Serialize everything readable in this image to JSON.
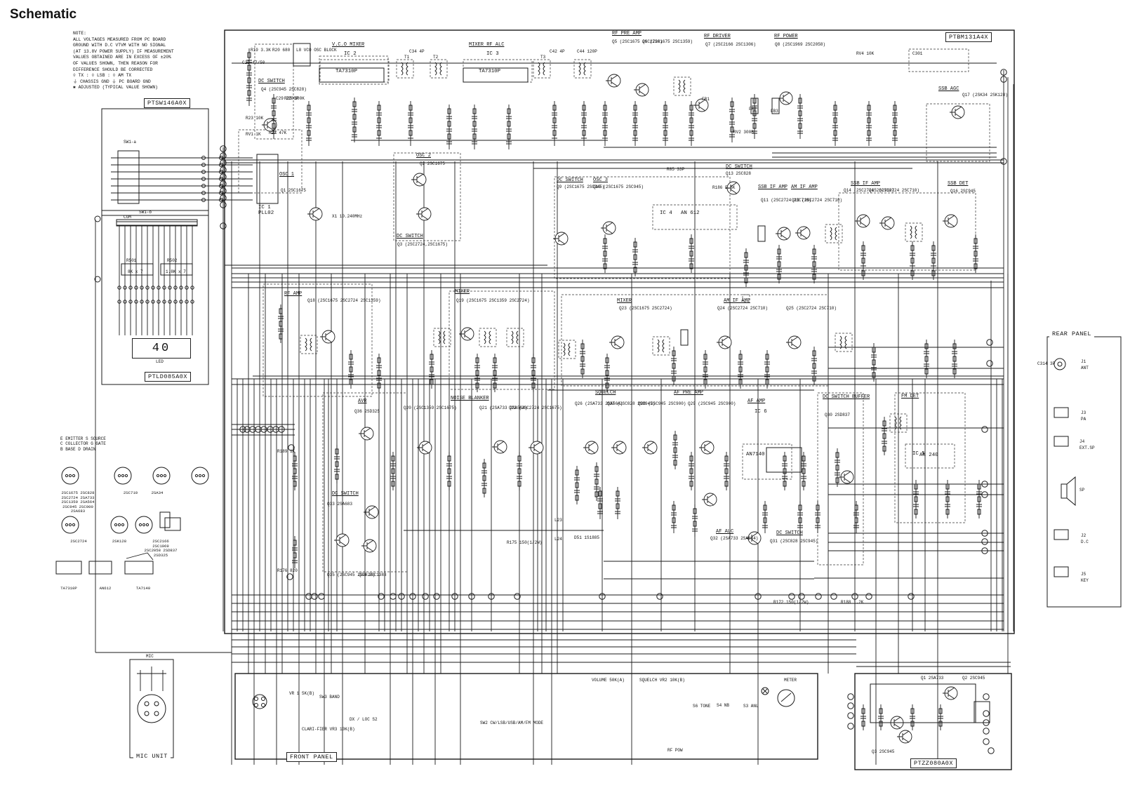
{
  "title": "Schematic",
  "notes": [
    "NOTE:",
    "ALL VOLTAGES MEASURED FROM PC BOARD",
    "GROUND WITH D.C VTVM WITH NO SIGNAL",
    "(AT 13.8V POWER SUPPLY) IF MEASUREMENT",
    "VALUES OBTAINED ARE IN EXCESS OF ±20%",
    "OF VALUES SHOWN, THEN REASON FOR",
    "DIFFERENCE SHOULD BE CORRECTED",
    "◊ TX : ◊ LSB : ◊ AM TX",
    "⏚ CHASSIS GND   ⏚ PC BOARD GND",
    "✱ ADJUSTED (TYPICAL VALUE SHOWN)"
  ],
  "boards": {
    "main": "PTBM131A4X",
    "switch": "PTSW146A0X",
    "lcd": "PTLD085A0X",
    "sub": "PTZZ080A0X",
    "rear": "REAR PANEL",
    "front": "FRONT PANEL",
    "mic": "MIC UNIT"
  },
  "lcd_display": "40",
  "lcd_caption": "LED",
  "blocks": [
    {
      "id": "vco-mixer",
      "label": "V.C.O  MIXER"
    },
    {
      "id": "mixer-rf-alc",
      "label": "MIXER  RF ALC"
    },
    {
      "id": "rf-pre-amp",
      "label": "RF PRE AMP"
    },
    {
      "id": "rf-driver",
      "label": "RF DRIVER"
    },
    {
      "id": "rf-power",
      "label": "RF POWER"
    },
    {
      "id": "dc-switch-q4",
      "label": "DC SWITCH"
    },
    {
      "id": "osc-1",
      "label": "OSC 1"
    },
    {
      "id": "osc-2",
      "label": "OSC 2"
    },
    {
      "id": "dc-switch-q3",
      "label": "DC SWITCH"
    },
    {
      "id": "dc-switch-q9",
      "label": "DC SWITCH"
    },
    {
      "id": "osc-3",
      "label": "OSC 3"
    },
    {
      "id": "dc-switch-q13",
      "label": "DC SWITCH"
    },
    {
      "id": "ssb-if-amp-11",
      "label": "SSB IF AMP"
    },
    {
      "id": "am-if-amp-12",
      "label": "AM IF AMP"
    },
    {
      "id": "ssb-if-amp",
      "label": "SSB IF AMP"
    },
    {
      "id": "ssb-det",
      "label": "SSB DET"
    },
    {
      "id": "ssb-agc",
      "label": "SSB AGC"
    },
    {
      "id": "rf-amp",
      "label": "RF AMP"
    },
    {
      "id": "mixer-q19",
      "label": "MIXER"
    },
    {
      "id": "mixer-q23",
      "label": "MIXER"
    },
    {
      "id": "am-if-amp",
      "label": "AM IF AMP"
    },
    {
      "id": "avr",
      "label": "AVR"
    },
    {
      "id": "noise-blanker",
      "label": "NOISE BLANKER"
    },
    {
      "id": "squelch",
      "label": "SQUELCH"
    },
    {
      "id": "af-pre-amp",
      "label": "AF PRE AMP"
    },
    {
      "id": "af-amp",
      "label": "AF AMP"
    },
    {
      "id": "dc-switch-buffer",
      "label": "DC SWITCH BUFFER"
    },
    {
      "id": "fm-det",
      "label": "FM DET"
    },
    {
      "id": "dc-switch-q33",
      "label": "DC SWITCH"
    },
    {
      "id": "af-alc",
      "label": "AF ALC"
    },
    {
      "id": "dc-switch-q31",
      "label": "DC SWITCH"
    }
  ],
  "ics": [
    {
      "ref": "IC 2",
      "part": "TA7310P"
    },
    {
      "ref": "IC 3",
      "part": "TA7310P"
    },
    {
      "ref": "IC 1",
      "part": "PLL02"
    },
    {
      "ref": "IC 4",
      "part": "AN 612"
    },
    {
      "ref": "IC 6",
      "part": "AN7140"
    },
    {
      "ref": "IC 5",
      "part": "AN 240"
    }
  ],
  "transistors": [
    {
      "ref": "Q1",
      "type": "2SC1675"
    },
    {
      "ref": "Q2",
      "type": "2SC1675"
    },
    {
      "ref": "Q3",
      "type": "(2SC2724,2SC1675)"
    },
    {
      "ref": "Q4",
      "type": "(2SC945 2SC828)"
    },
    {
      "ref": "Q5",
      "type": "(2SC1675 2SC2724)"
    },
    {
      "ref": "Q6",
      "type": "(2SC1675 2SC1359)"
    },
    {
      "ref": "Q7",
      "type": "(2SC2166 2SC1306)"
    },
    {
      "ref": "Q8",
      "type": "(2SC1969 2SC2058)"
    },
    {
      "ref": "Q9",
      "type": "(2SC1675 2SC945)"
    },
    {
      "ref": "Q10",
      "type": "(2SC1675 2SC945)"
    },
    {
      "ref": "Q11",
      "type": "(2SC2724 2SC710)"
    },
    {
      "ref": "Q12",
      "type": "(2SC2724 2SC710)"
    },
    {
      "ref": "Q13",
      "type": "2SC828"
    },
    {
      "ref": "Q14",
      "type": "(2SC2724 2SC710)"
    },
    {
      "ref": "Q15",
      "type": "(2SC2724 2SC710)"
    },
    {
      "ref": "Q16",
      "type": "2SC945"
    },
    {
      "ref": "Q17",
      "type": "(2SK34 2SK128)"
    },
    {
      "ref": "Q18",
      "type": "(2SC1675 2SC2724 2SC1359)"
    },
    {
      "ref": "Q19",
      "type": "(2SC1675 2SC1359 2SC2724)"
    },
    {
      "ref": "Q20",
      "type": "(2SC1359 2SC1675)"
    },
    {
      "ref": "Q21",
      "type": "(2SA733 2SA564)"
    },
    {
      "ref": "Q22",
      "type": "(2SC2724 2SC1675)"
    },
    {
      "ref": "Q23",
      "type": "(2SC1675 2SC2724)"
    },
    {
      "ref": "Q24",
      "type": "(2SC2724 2SC710)"
    },
    {
      "ref": "Q25",
      "type": "(2SC2724 2SC710)"
    },
    {
      "ref": "Q26",
      "type": "(2SA733 2SA564)"
    },
    {
      "ref": "Q27",
      "type": "(2SC828 2SC945)"
    },
    {
      "ref": "Q28",
      "type": "(2SC945 2SC900)"
    },
    {
      "ref": "Q29",
      "type": "(2SC945 2SC900)"
    },
    {
      "ref": "Q30",
      "type": "2SD837"
    },
    {
      "ref": "Q31",
      "type": "(2SC828 2SC945)"
    },
    {
      "ref": "Q32",
      "type": "(2SA733 2SA564)"
    },
    {
      "ref": "Q33",
      "type": "2SA683"
    },
    {
      "ref": "Q34",
      "type": "2SC1383"
    },
    {
      "ref": "Q35",
      "type": "(2SC945 2SC828)"
    },
    {
      "ref": "Q36",
      "type": "2SD325"
    }
  ],
  "sub_transistors": [
    {
      "ref": "Q1",
      "type": "2SA733"
    },
    {
      "ref": "Q2",
      "type": "2SC945"
    },
    {
      "ref": "Q3",
      "type": "2SC945"
    }
  ],
  "rear_panel": [
    {
      "ref": "J1",
      "label": "ANT"
    },
    {
      "ref": "J3",
      "label": "PA"
    },
    {
      "ref": "J4",
      "label": "EXT.SP"
    },
    {
      "ref": "SP",
      "label": ""
    },
    {
      "ref": "J2",
      "label": "D.C"
    },
    {
      "ref": "J5",
      "label": "KEY"
    }
  ],
  "front_panel": [
    {
      "id": "vr1",
      "label": "VR 1 5K(B)"
    },
    {
      "id": "sw3",
      "label": "SW3 BAND"
    },
    {
      "id": "vr3",
      "label": "CLARI-FIER VR3 10K(B)"
    },
    {
      "id": "s2",
      "label": "DX / LOC S2"
    },
    {
      "id": "sw2",
      "label": "SW2 CW/LSB/USB/AM/FM MODE"
    },
    {
      "id": "volume",
      "label": "VOLUME 50K(A)"
    },
    {
      "id": "squelch",
      "label": "SQUELCH VR2 10K(B)"
    },
    {
      "id": "s6",
      "label": "S6 TONE"
    },
    {
      "id": "s4",
      "label": "S4 NB"
    },
    {
      "id": "s3",
      "label": "S3 ANL"
    },
    {
      "id": "meter",
      "label": "METER"
    },
    {
      "id": "rf-pow",
      "label": "RF POW"
    }
  ],
  "switch_board": [
    "SW1-a",
    "SW1-b",
    "COM",
    "R501",
    "R502",
    "8K x 7",
    "1.8K x 7"
  ],
  "mic_label": "MIC",
  "legend": [
    "E  EMITTER     S  SOURCE",
    "C  COLLECTOR   G  GATE",
    "B  BASE        D  DRAIN"
  ],
  "packages": [
    {
      "caption": "2SC1675 2SC828 2SC2724 2SA733 2SC1359 2SA564 2SC945 2SC900 2SA683"
    },
    {
      "caption": "2SC710"
    },
    {
      "caption": "2SA34"
    },
    {
      "caption": "2SC2724"
    },
    {
      "caption": "2SK128"
    },
    {
      "caption": "2SC2166 2SC1969 2SC2058 2SD837 2SD325"
    },
    {
      "caption": "TA7310P"
    },
    {
      "caption": "AN612"
    },
    {
      "caption": "TA7140"
    }
  ],
  "parts": [
    {
      "ref": "R19",
      "val": "3.3K"
    },
    {
      "ref": "R20",
      "val": "680"
    },
    {
      "ref": "C22",
      "val": "47/50"
    },
    {
      "ref": "L8",
      "val": "VCO OSC BLOCK"
    },
    {
      "ref": "R25",
      "val": "100K"
    },
    {
      "ref": "C29",
      "val": "2200P"
    },
    {
      "ref": "R23",
      "val": "10K"
    },
    {
      "ref": "R27",
      "val": "47K"
    },
    {
      "ref": "RV1",
      "val": "1K"
    },
    {
      "ref": "X1",
      "val": "10.240MHz"
    },
    {
      "ref": "C34",
      "val": "4P"
    },
    {
      "ref": "T1",
      "val": ""
    },
    {
      "ref": "T2",
      "val": ""
    },
    {
      "ref": "C42",
      "val": "4P"
    },
    {
      "ref": "T3",
      "val": ""
    },
    {
      "ref": "C44",
      "val": "120P"
    },
    {
      "ref": "FB1",
      "val": ""
    },
    {
      "ref": "FB2",
      "val": ""
    },
    {
      "ref": "FB3",
      "val": ""
    },
    {
      "ref": "R85",
      "val": "33P"
    },
    {
      "ref": "R186",
      "val": "5.6K"
    },
    {
      "ref": "RV2",
      "val": "300B"
    },
    {
      "ref": "RV4",
      "val": "10K"
    },
    {
      "ref": "C301",
      "val": ""
    },
    {
      "ref": "R189",
      "val": "1K"
    },
    {
      "ref": "R176",
      "val": "820"
    },
    {
      "ref": "R175",
      "val": "150(1/2W)"
    },
    {
      "ref": "R172",
      "val": "150(1/2W)"
    },
    {
      "ref": "R188",
      "val": "1.2K"
    },
    {
      "ref": "C314",
      "val": "3P"
    },
    {
      "ref": "D51",
      "val": "1S1885"
    },
    {
      "ref": "L23",
      "val": ""
    },
    {
      "ref": "L24",
      "val": ""
    }
  ]
}
